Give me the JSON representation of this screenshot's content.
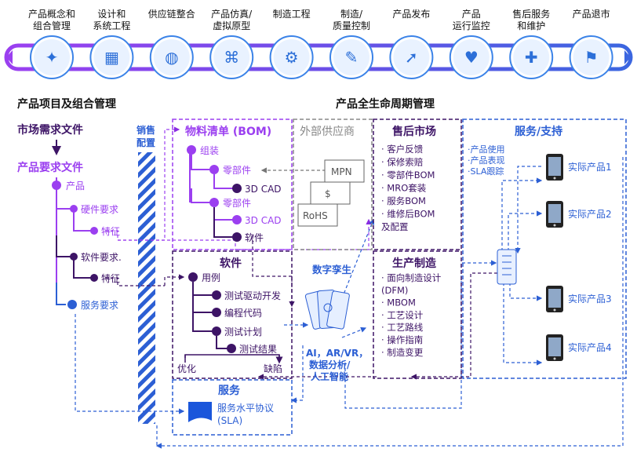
{
  "stages": [
    {
      "line1": "产品概念和",
      "line2": "组合管理",
      "icon": "bulb-icon"
    },
    {
      "line1": "设计和",
      "line2": "系统工程",
      "icon": "blueprint-icon"
    },
    {
      "line1": "供应链整合",
      "line2": "",
      "icon": "network-globe-icon"
    },
    {
      "line1": "产品仿真/",
      "line2": "虚拟原型",
      "icon": "circuit-icon"
    },
    {
      "line1": "制造工程",
      "line2": "",
      "icon": "robot-arm-icon"
    },
    {
      "line1": "制造/",
      "line2": "质量控制",
      "icon": "inspection-icon"
    },
    {
      "line1": "产品发布",
      "line2": "",
      "icon": "rocket-icon"
    },
    {
      "line1": "产品",
      "line2": "运行监控",
      "icon": "phone-heart-icon"
    },
    {
      "line1": "售后服务",
      "line2": "和维护",
      "icon": "tools-icon"
    },
    {
      "line1": "产品退市",
      "line2": "",
      "icon": "checkered-flag-icon"
    }
  ],
  "headers": {
    "portfolio": "产品项目及组合管理",
    "lifecycle": "产品全生命周期管理"
  },
  "left": {
    "market_doc": "市场需求文件",
    "product_req_doc": "产品要求文件",
    "product": "产品",
    "hw_req": "硬件要求",
    "feature1": "特征",
    "sw_req": "软件要求.",
    "feature2": "特征",
    "service_req": "服务要求"
  },
  "sales": {
    "line1": "销售",
    "line2": "配置"
  },
  "bom": {
    "title": "物料清单 (BOM)",
    "assembly": "组装",
    "part1": "零部件",
    "cad1": "3D CAD",
    "part2": "零部件",
    "cad2": "3D CAD",
    "software": "软件"
  },
  "supplier": {
    "title": "外部供应商",
    "doc1": "MPN",
    "doc2": "$",
    "doc3": "RoHS"
  },
  "aftermarket": {
    "title": "售后市场",
    "items": [
      "客户反馈",
      "保修索赔",
      "零部件BOM",
      "MRO套装",
      "服务BOM",
      "维修后BOM",
      "及配置"
    ]
  },
  "service_support": {
    "title": "服务/支持",
    "items": [
      "产品使用",
      "产品表现",
      "SLA跟踪"
    ],
    "products": [
      "实际产品1",
      "实际产品2",
      "实际产品3",
      "实际产品4"
    ]
  },
  "software": {
    "title": "软件",
    "use_case": "用例",
    "items": [
      "测试驱动开发",
      "编程代码",
      "测试计划",
      "测试结果"
    ],
    "optimize": "优化",
    "defect": "缺陷"
  },
  "digital_twin": {
    "title": "数字孪生",
    "line1": "AI，AR/VR，",
    "line2": "数据分析/",
    "line3": "人工智能"
  },
  "manufacturing": {
    "title": "生产制造",
    "items": [
      "面向制造设计",
      "(DFM)",
      "MBOM",
      "工艺设计",
      "工艺路线",
      "操作指南",
      "制造变更"
    ]
  },
  "service": {
    "title": "服务",
    "sla_line1": "服务水平协议",
    "sla_line2": "(SLA)"
  },
  "colors": {
    "purple": "#8a2be2",
    "dark_purple": "#3d1466",
    "blue": "#2c5fd4",
    "black": "#111111"
  }
}
